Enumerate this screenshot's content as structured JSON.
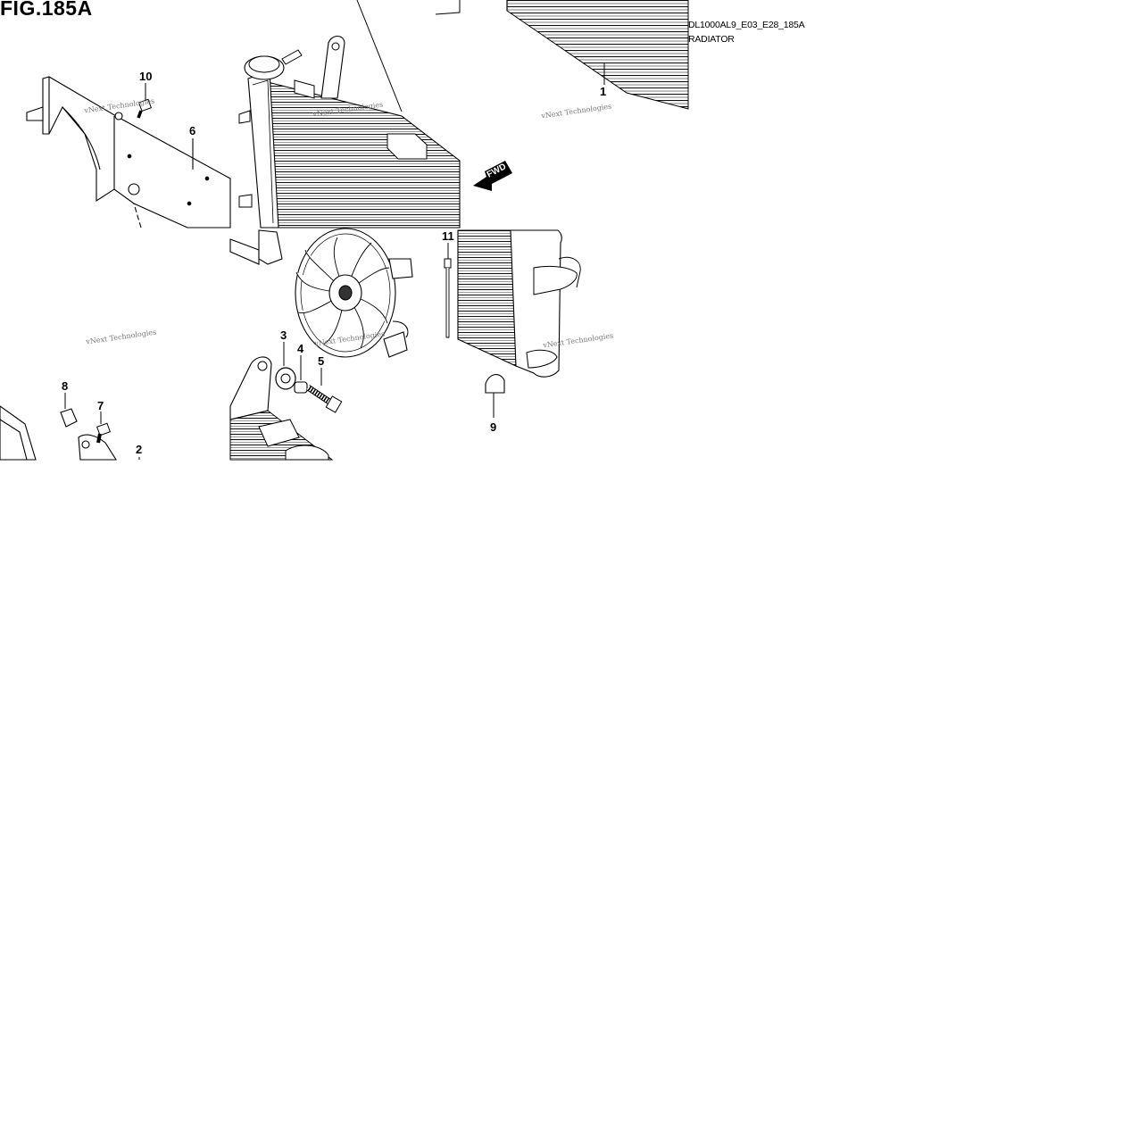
{
  "header": {
    "figure_title": "FIG.185A",
    "model_code": "DL1000AL9_E03_E28_185A",
    "section_name": "RADIATOR"
  },
  "watermark": {
    "text": "vNext Technologies"
  },
  "callouts": {
    "c1": "1",
    "c2": "2",
    "c3": "3",
    "c4": "4",
    "c5": "5",
    "c6": "6",
    "c7": "7",
    "c8": "8",
    "c9": "9",
    "c10": "10",
    "c11": "11"
  },
  "arrow": {
    "label": "FWD"
  }
}
